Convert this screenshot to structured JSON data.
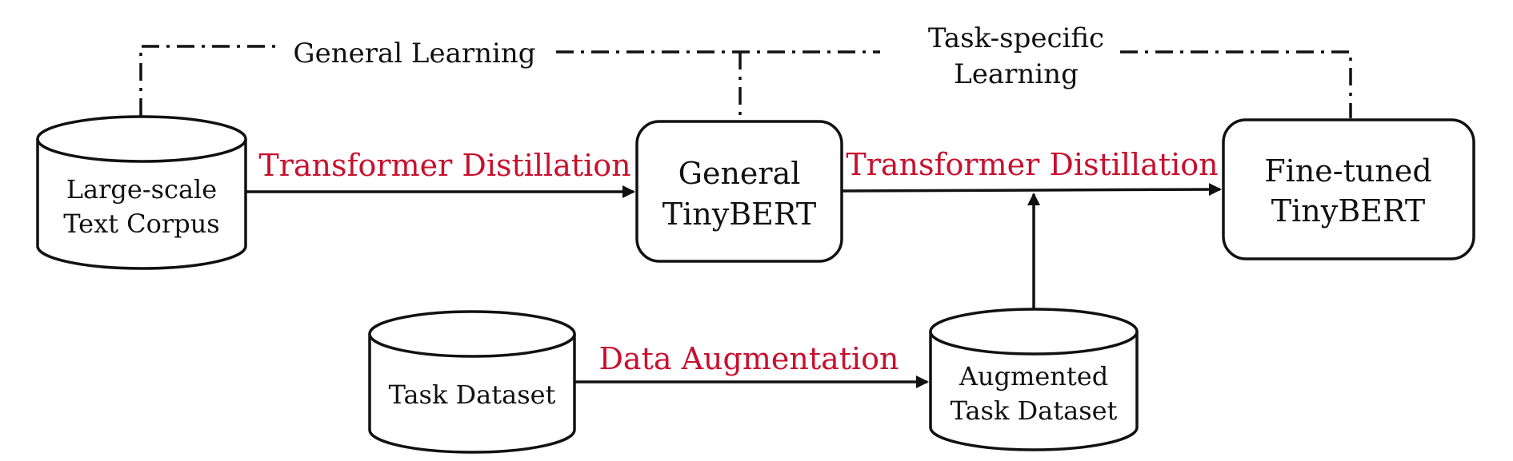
{
  "nodes": {
    "large_corpus": {
      "line1": "Large-scale",
      "line2": "Text Corpus"
    },
    "general_tinybert": {
      "line1": "General",
      "line2": "TinyBERT"
    },
    "finetuned_tinybert": {
      "line1": "Fine-tuned",
      "line2": "TinyBERT"
    },
    "task_dataset": {
      "line1": "Task Dataset"
    },
    "augmented_dataset": {
      "line1": "Augmented",
      "line2": "Task Dataset"
    }
  },
  "edges": {
    "distillation_1": "Transformer Distillation",
    "distillation_2": "Transformer Distillation",
    "augmentation": "Data Augmentation"
  },
  "phases": {
    "general": "General Learning",
    "task_specific_line1": "Task-specific",
    "task_specific_line2": "Learning"
  },
  "colors": {
    "edge_label": "#c8102e",
    "stroke": "#111111"
  }
}
